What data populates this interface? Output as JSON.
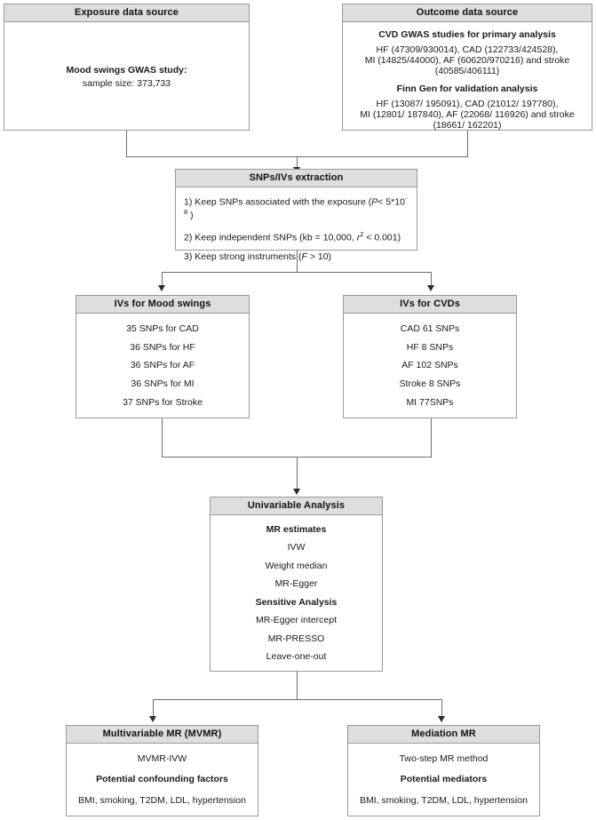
{
  "diagram": {
    "title": "Mendelian randomization study design flowchart",
    "accent_header_bg": "#dedede",
    "border_color": "#9a9a9a",
    "connector_color": "#6e6e6e"
  },
  "exposure_box": {
    "header": "Exposure data source",
    "line1": "Mood swings GWAS study:",
    "line2": "sample size: 373,733"
  },
  "outcome_box": {
    "header": "Outcome data source",
    "primary_title": "CVD GWAS studies for primary analysis",
    "primary_line1": "HF (47309/930014), CAD (122733/424528),",
    "primary_line2": "MI (14825/44000), AF (60620/970216) and stroke",
    "primary_line3": "(40585/406111)",
    "validation_title": "Finn Gen for validation analysis",
    "validation_line1": "HF (13087/ 195091), CAD (21012/ 197780),",
    "validation_line2": "MI (12801/ 187840), AF (22068/ 116926) and stroke",
    "validation_line3": "(18661/ 162201)"
  },
  "snp_box": {
    "header": "SNPs/IVs extraction",
    "step1_pre": "1) Keep SNPs associated with the exposure (",
    "step1_p": "P",
    "step1_mid": "<  5*10",
    "step1_sup": "-8",
    "step1_post": " )",
    "step2_pre": "2) Keep independent SNPs (kb = 10,000, ",
    "step2_r": "r",
    "step2_sup": "2",
    "step2_post": " < 0.001)",
    "step3_pre": "3) Keep strong instruments (",
    "step3_f": "F",
    "step3_post": " > 10)"
  },
  "ivs_mood_box": {
    "header": "IVs for Mood swings",
    "items": [
      "35 SNPs for CAD",
      "36 SNPs for HF",
      "36 SNPs for AF",
      "36 SNPs for MI",
      "37 SNPs for Stroke"
    ]
  },
  "ivs_cvd_box": {
    "header": "IVs for CVDs",
    "items": [
      "CAD 61 SNPs",
      "HF 8 SNPs",
      "AF 102 SNPs",
      "Stroke 8 SNPs",
      "MI 77SNPs"
    ]
  },
  "univariable_box": {
    "header": "Univariable Analysis",
    "group1_title": "MR estimates",
    "group1_items": [
      "IVW",
      "Weight median",
      "MR-Egger"
    ],
    "group2_title": "Sensitive Analysis",
    "group2_items": [
      "MR-Egger intercept",
      "MR-PRESSO",
      "Leave-one-out"
    ]
  },
  "mvmr_box": {
    "header": "Multivariable MR   (MVMR)",
    "method": "MVMR-IVW",
    "group_title": "Potential confounding factors",
    "factors": "BMI, smoking, T2DM, LDL, hypertension"
  },
  "mediation_box": {
    "header": "Mediation MR",
    "method": "Two-step MR method",
    "group_title": "Potential mediators",
    "factors": "BMI, smoking, T2DM, LDL, hypertension"
  }
}
